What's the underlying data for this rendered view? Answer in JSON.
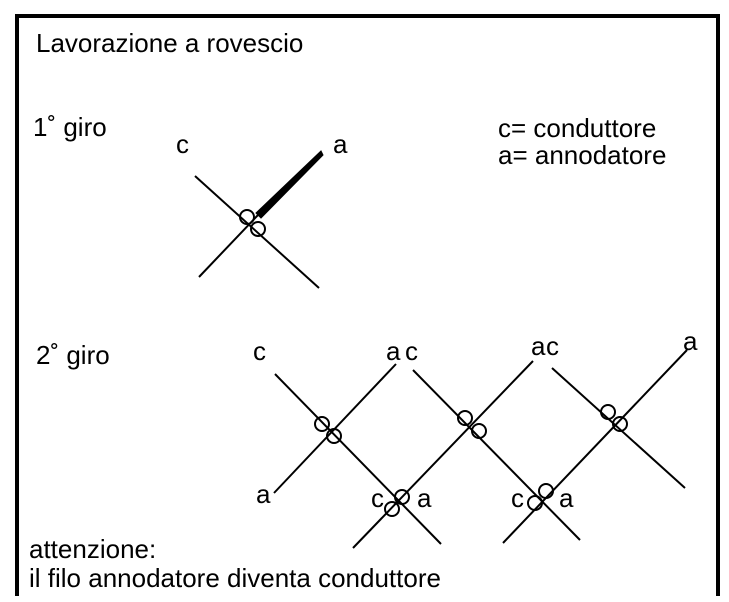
{
  "title": "Lavorazione a rovescio",
  "round1": {
    "label": "1˚ giro",
    "letter_left": "c",
    "letter_right": "a"
  },
  "legend": {
    "line1": "c= conduttore",
    "line2": "a= annodatore"
  },
  "round2": {
    "label": "2˚ giro",
    "top_labels": [
      "c",
      "a",
      "c",
      "a",
      "c",
      "a"
    ],
    "bottom_labels": [
      "a",
      "c",
      "a",
      "c",
      "a"
    ]
  },
  "note": {
    "line1": "attenzione:",
    "line2": "il filo annodatore diventa conduttore"
  }
}
